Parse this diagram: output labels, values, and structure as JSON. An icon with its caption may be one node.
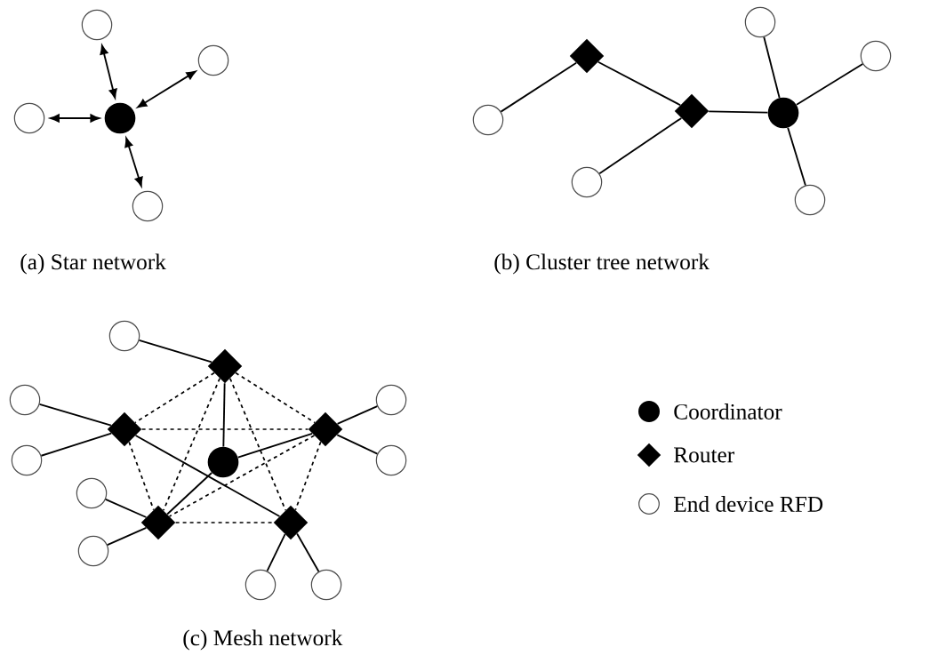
{
  "diagram": {
    "nodes": [
      {
        "text": [],
        "shape": "dot"
      },
      {
        "text": [],
        "shape": "circle"
      },
      {
        "text": [],
        "shape": "circle"
      },
      {
        "text": [],
        "shape": "circle"
      },
      {
        "text": [],
        "shape": "circle"
      },
      {
        "text": [],
        "shape": "circle"
      },
      {
        "text": [],
        "shape": "diamond"
      },
      {
        "text": [],
        "shape": "diamond"
      },
      {
        "text": [],
        "shape": "dot"
      },
      {
        "text": [],
        "shape": "circle"
      },
      {
        "text": [],
        "shape": "circle"
      },
      {
        "text": [],
        "shape": "circle"
      },
      {
        "text": [],
        "shape": "circle"
      },
      {
        "text": [],
        "shape": "circle"
      },
      {
        "text": [],
        "shape": "diamond"
      },
      {
        "text": [],
        "shape": "circle"
      },
      {
        "text": [],
        "shape": "diamond"
      },
      {
        "text": [],
        "shape": "diamond"
      },
      {
        "text": [],
        "shape": "circle"
      },
      {
        "text": [],
        "shape": "dot"
      },
      {
        "text": [],
        "shape": "circle"
      },
      {
        "text": [],
        "shape": "circle"
      },
      {
        "text": [],
        "shape": "circle"
      },
      {
        "text": [],
        "shape": "diamond"
      },
      {
        "text": [],
        "shape": "diamond"
      },
      {
        "text": [],
        "shape": "circle"
      },
      {
        "text": [],
        "shape": "circle"
      },
      {
        "text": [],
        "shape": "circle"
      }
    ],
    "edges": [
      {
        "from": 0,
        "to": 1,
        "arrow": "both"
      },
      {
        "from": 0,
        "to": 2,
        "arrow": "both"
      },
      {
        "from": 0,
        "to": 3,
        "arrow": "both"
      },
      {
        "from": 0,
        "to": 4,
        "arrow": "both"
      },
      {
        "from": 5,
        "to": 6,
        "arrow": "none"
      },
      {
        "from": 6,
        "to": 7,
        "arrow": "none"
      },
      {
        "from": 7,
        "to": 9,
        "arrow": "none"
      },
      {
        "from": 7,
        "to": 8,
        "arrow": "none"
      },
      {
        "from": 8,
        "to": 10,
        "arrow": "none"
      },
      {
        "from": 8,
        "to": 11,
        "arrow": "none"
      },
      {
        "from": 8,
        "to": 12,
        "arrow": "none"
      },
      {
        "from": 14,
        "to": 13,
        "arrow": "none"
      },
      {
        "from": 16,
        "to": 15,
        "arrow": "none"
      },
      {
        "from": 16,
        "to": 20,
        "arrow": "none"
      },
      {
        "from": 17,
        "to": 18,
        "arrow": "none"
      },
      {
        "from": 17,
        "to": 21,
        "arrow": "none"
      },
      {
        "from": 23,
        "to": 22,
        "arrow": "none"
      },
      {
        "from": 23,
        "to": 25,
        "arrow": "none"
      },
      {
        "from": 24,
        "to": 26,
        "arrow": "none"
      },
      {
        "from": 24,
        "to": 27,
        "arrow": "none"
      },
      {
        "from": 14,
        "to": 19,
        "arrow": "none"
      },
      {
        "from": 19,
        "to": 17,
        "arrow": "none"
      },
      {
        "from": 16,
        "to": 24,
        "arrow": "none"
      },
      {
        "from": 23,
        "to": 19,
        "arrow": "none"
      },
      {
        "from": 14,
        "to": 16,
        "arrow": "none",
        "style": "dashed"
      },
      {
        "from": 14,
        "to": 17,
        "arrow": "none",
        "style": "dashed"
      },
      {
        "from": 14,
        "to": 23,
        "arrow": "none",
        "style": "dashed"
      },
      {
        "from": 14,
        "to": 24,
        "arrow": "none",
        "style": "dashed"
      },
      {
        "from": 16,
        "to": 17,
        "arrow": "none",
        "style": "dashed"
      },
      {
        "from": 16,
        "to": 23,
        "arrow": "none",
        "style": "dashed"
      },
      {
        "from": 17,
        "to": 23,
        "arrow": "none",
        "style": "dashed"
      },
      {
        "from": 17,
        "to": 24,
        "arrow": "none",
        "style": "dashed"
      },
      {
        "from": 23,
        "to": 24,
        "arrow": "none",
        "style": "dashed"
      }
    ],
    "labels": [
      "(a) Star network",
      "(b) Cluster tree network",
      "(c) Mesh network"
    ],
    "legend": [
      {
        "text": "Coordinator"
      },
      {
        "text": "Router"
      },
      {
        "text": "End device RFD"
      }
    ]
  }
}
